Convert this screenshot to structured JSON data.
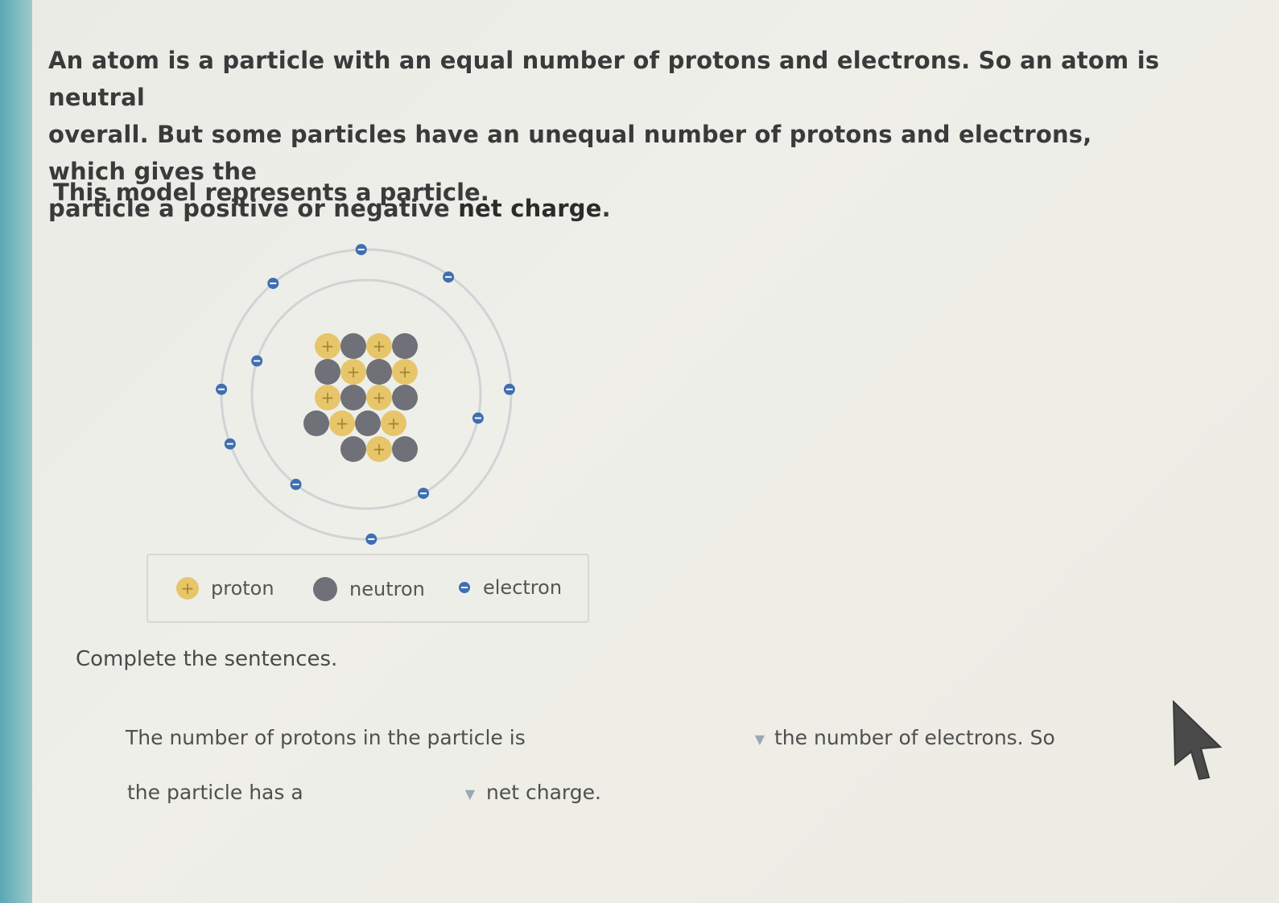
{
  "intro": {
    "line1": "An atom is a particle with an equal number of protons and electrons. So an atom is neutral",
    "line2": "overall. But some particles have an unequal number of protons and electrons, which gives the",
    "line3_prefix": "particle a positive or negative ",
    "line3_bold": "net charge",
    "line3_suffix": "."
  },
  "model_text": "This model represents a particle.",
  "model": {
    "protons": 9,
    "neutrons": 10,
    "electrons": 11,
    "nucleus_rows": [
      [
        "p",
        "n",
        "p",
        "n"
      ],
      [
        "n",
        "p",
        "n",
        "p"
      ],
      [
        "p",
        "n",
        "p",
        "n"
      ],
      [
        "n",
        "p",
        "n",
        "p"
      ],
      [
        "n",
        "p",
        "n"
      ]
    ],
    "proton_symbol": "+",
    "electron_symbol": "−",
    "colors": {
      "proton": "#e7c56a",
      "neutron": "#6f7078",
      "electron": "#3f6fb2",
      "orbit": "#cfd4d6"
    }
  },
  "legend": {
    "proton_label": "proton",
    "neutron_label": "neutron",
    "electron_label": "electron"
  },
  "instructions": "Complete the sentences.",
  "sentence1": {
    "before": "The number of protons in the particle is",
    "after": "the number of electrons. So",
    "dropdown_value": ""
  },
  "sentence2": {
    "before": "the particle has a",
    "after": "net charge.",
    "dropdown_value": ""
  },
  "icons": {
    "dropdown": "chevron-down-icon",
    "cursor": "mouse-pointer-icon"
  }
}
